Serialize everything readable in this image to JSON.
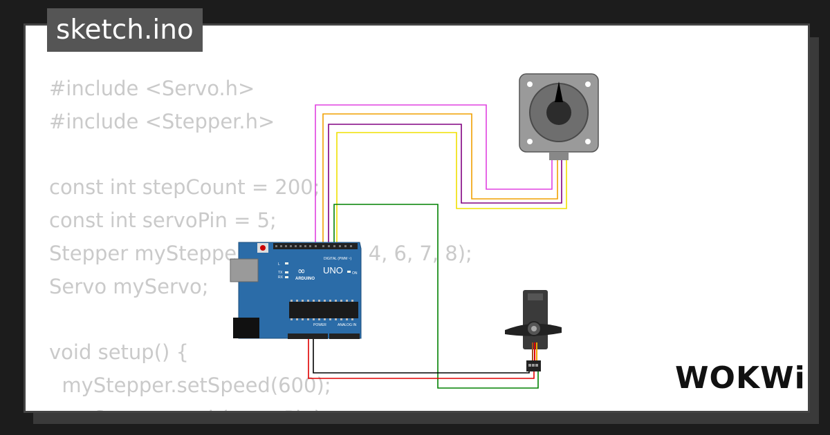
{
  "file_tab": {
    "title": "sketch.ino"
  },
  "code_lines": [
    "#include <Servo.h>",
    "#include <Stepper.h>",
    "",
    "const int stepCount = 200;",
    "const int servoPin = 5;",
    "Stepper myStepper(stepCount, 4, 6, 7, 8);",
    "Servo myServo;",
    "",
    "void setup() {",
    "  myStepper.setSpeed(600);",
    "  myServo.attach(servoPin);"
  ],
  "arduino": {
    "logo_text": "ARDUINO",
    "model": "UNO",
    "digital_label": "DIGITAL (PWM ~)",
    "power_label": "POWER",
    "analog_label": "ANALOG IN",
    "on_label": "ON",
    "tx_label": "TX",
    "rx_label": "RX",
    "l_label": "L"
  },
  "brand": {
    "name": "WOKWi"
  },
  "colors": {
    "background": "#1c1c1c",
    "card": "#ffffff",
    "tab": "#555555",
    "code_text": "#cacaca",
    "board": "#2b6ca8",
    "wire_magenta": "#e040e0",
    "wire_orange": "#f0a000",
    "wire_purple": "#800080",
    "wire_yellow": "#f0e000",
    "wire_green": "#008000",
    "wire_red": "#e00000",
    "wire_black": "#000000"
  }
}
